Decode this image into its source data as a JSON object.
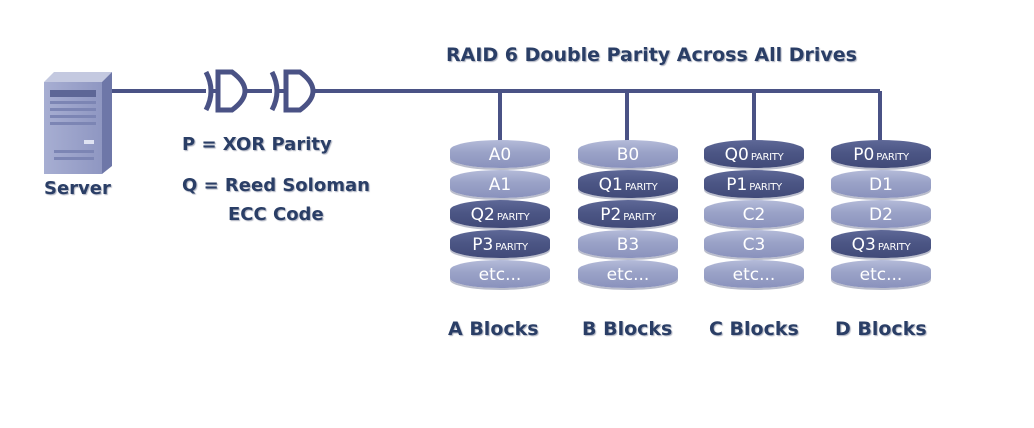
{
  "title": "RAID 6 Double Parity Across All Drives",
  "server": {
    "label": "Server"
  },
  "legend": {
    "p": "P = XOR Parity",
    "q_line1": "Q = Reed Soloman",
    "q_line2": "ECC Code"
  },
  "colors": {
    "line": "#4a5285",
    "disk_light": "#9aa2c7",
    "disk_dark": "#4c5685",
    "text": "#2a3e66"
  },
  "drives": [
    {
      "label": "A Blocks",
      "blocks": [
        {
          "main": "A0",
          "sub": "",
          "kind": "data"
        },
        {
          "main": "A1",
          "sub": "",
          "kind": "data"
        },
        {
          "main": "Q2",
          "sub": "PARITY",
          "kind": "parity"
        },
        {
          "main": "P3",
          "sub": "PARITY",
          "kind": "parity"
        },
        {
          "main": "etc...",
          "sub": "",
          "kind": "data"
        }
      ]
    },
    {
      "label": "B Blocks",
      "blocks": [
        {
          "main": "B0",
          "sub": "",
          "kind": "data"
        },
        {
          "main": "Q1",
          "sub": "PARITY",
          "kind": "parity"
        },
        {
          "main": "P2",
          "sub": "PARITY",
          "kind": "parity"
        },
        {
          "main": "B3",
          "sub": "",
          "kind": "data"
        },
        {
          "main": "etc...",
          "sub": "",
          "kind": "data"
        }
      ]
    },
    {
      "label": "C Blocks",
      "blocks": [
        {
          "main": "Q0",
          "sub": "PARITY",
          "kind": "parity"
        },
        {
          "main": "P1",
          "sub": "PARITY",
          "kind": "parity"
        },
        {
          "main": "C2",
          "sub": "",
          "kind": "data"
        },
        {
          "main": "C3",
          "sub": "",
          "kind": "data"
        },
        {
          "main": "etc...",
          "sub": "",
          "kind": "data"
        }
      ]
    },
    {
      "label": "D Blocks",
      "blocks": [
        {
          "main": "P0",
          "sub": "PARITY",
          "kind": "parity"
        },
        {
          "main": "D1",
          "sub": "",
          "kind": "data"
        },
        {
          "main": "D2",
          "sub": "",
          "kind": "data"
        },
        {
          "main": "Q3",
          "sub": "PARITY",
          "kind": "parity"
        },
        {
          "main": "etc...",
          "sub": "",
          "kind": "data"
        }
      ]
    }
  ]
}
